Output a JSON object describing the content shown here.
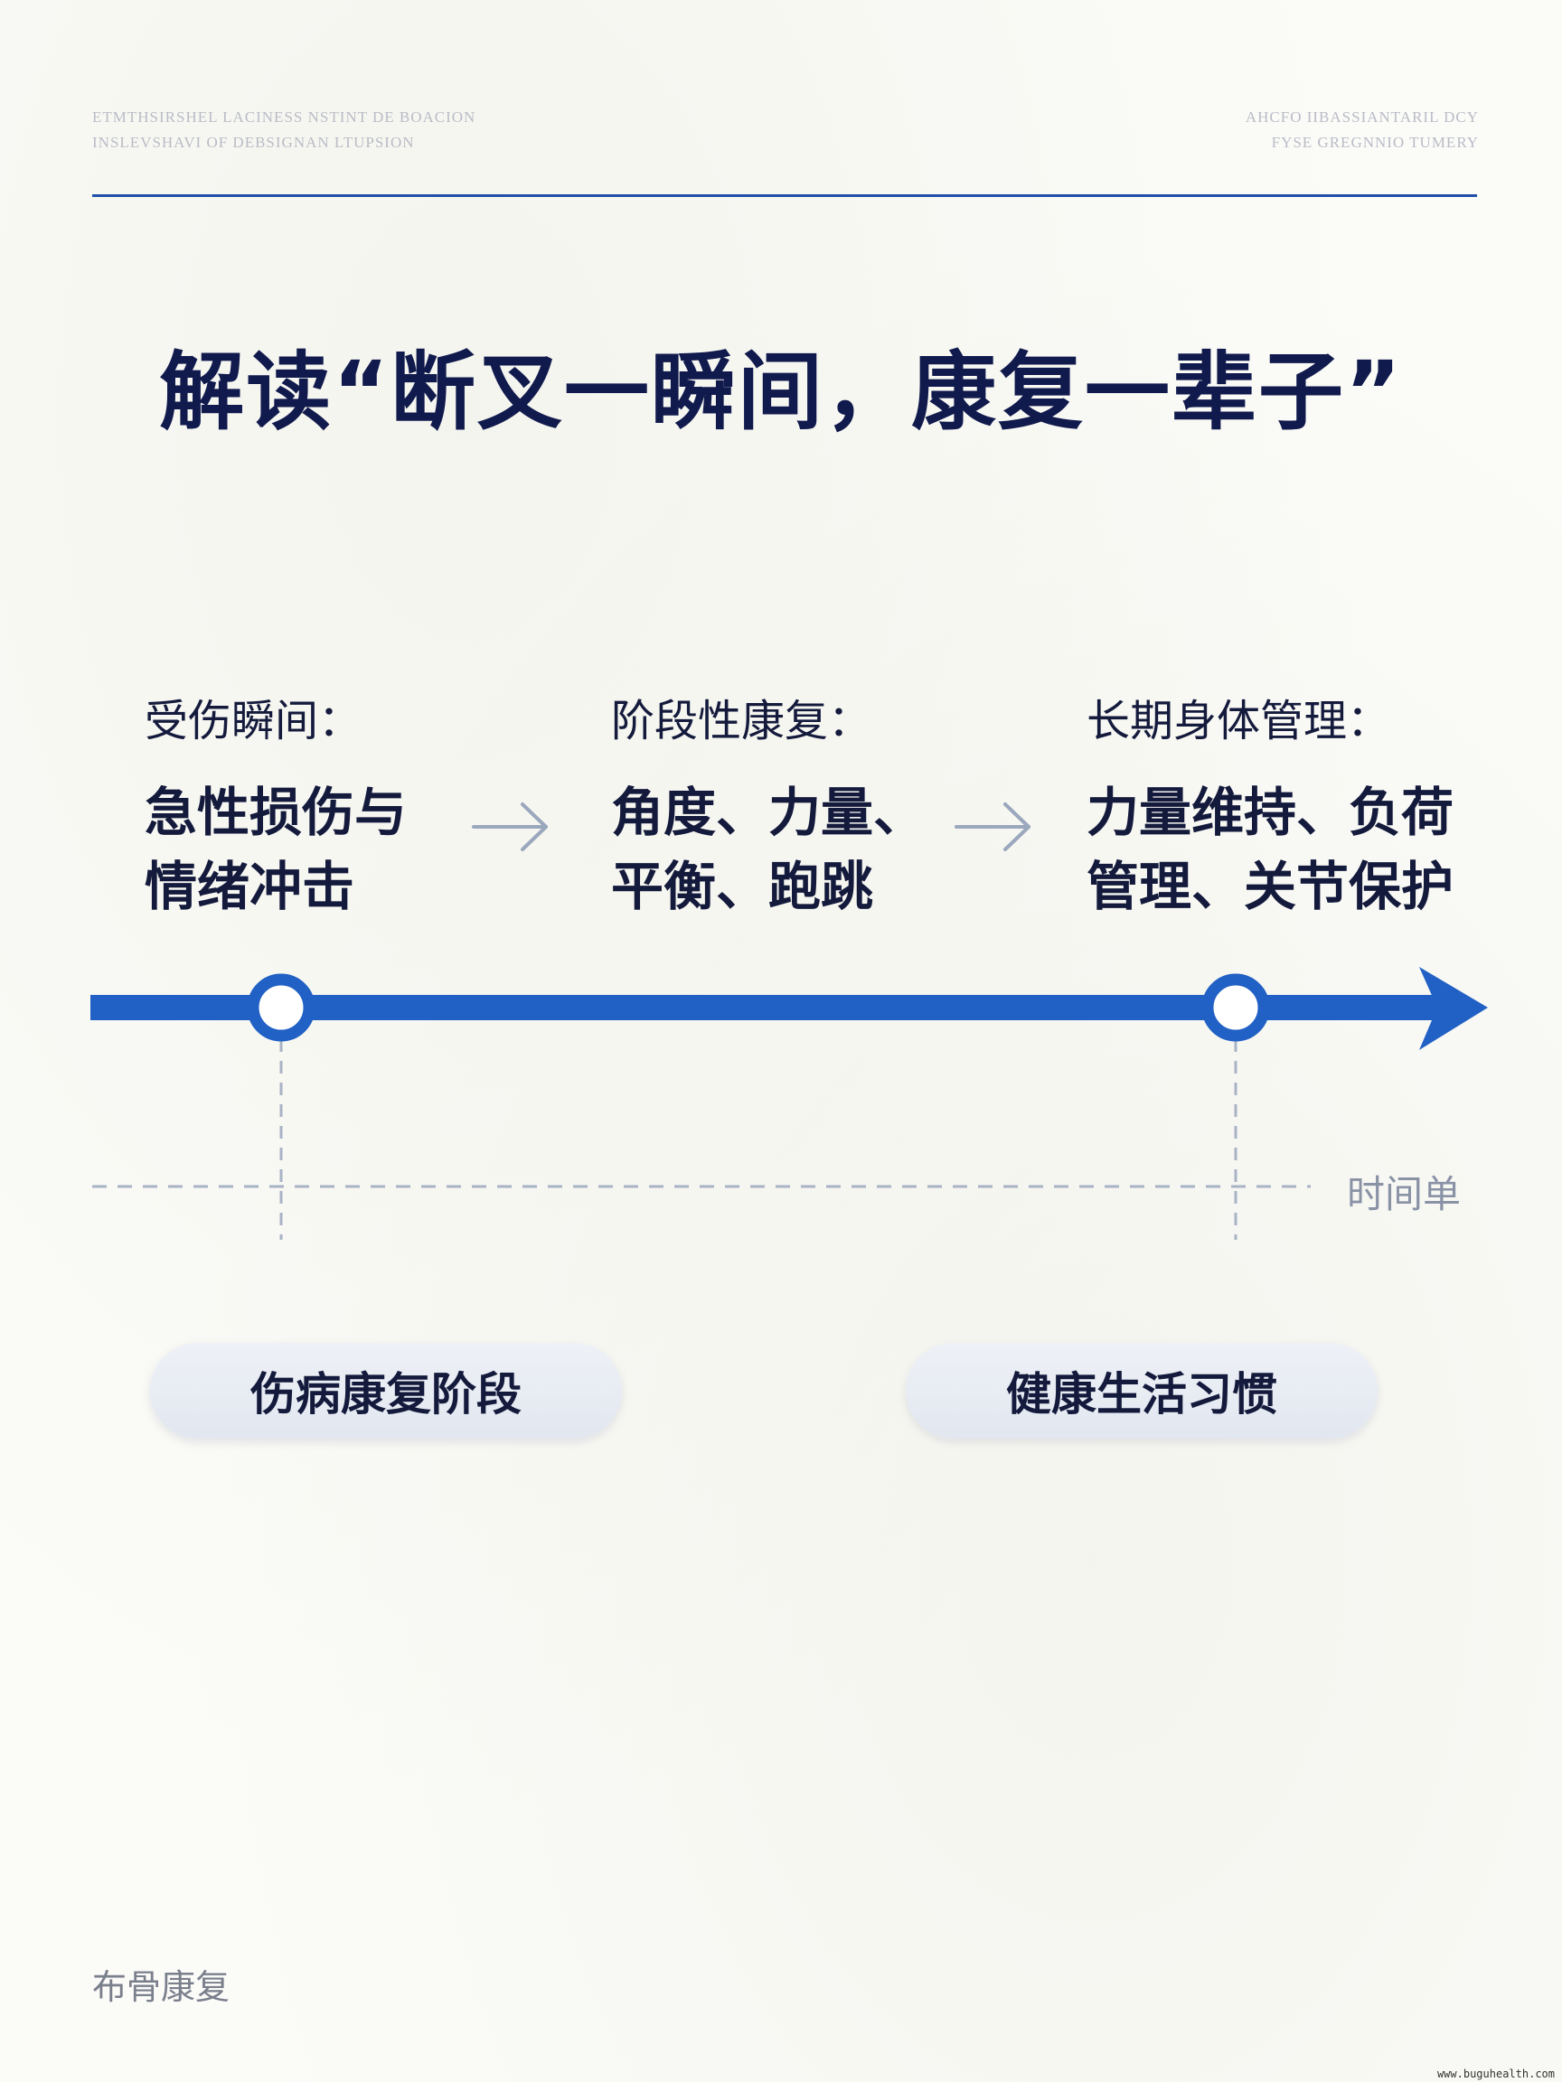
{
  "header": {
    "left_line1": "ETMTHSIRSHEL LACINESS NSTINT DE BOACION",
    "left_line2": "INSLEVSHAVI OF DEBSIGNAN LTUPSION",
    "right_line1": "AHCFO IIBASSIANTARIL DCY",
    "right_line2": "FYSE GREGNNIO TUMERY",
    "rule_color": "#1f4fa8"
  },
  "title": "解读“断叉一瞬间，康复一辈子”",
  "stages": [
    {
      "heading": "受伤瞬间：",
      "body_line1": "急性损伤与",
      "body_line2": "情绪冲击"
    },
    {
      "heading": "阶段性康复：",
      "body_line1": "角度、力量、",
      "body_line2": "平衡、跑跳"
    },
    {
      "heading": "长期身体管理：",
      "body_line1": "力量维持、负荷",
      "body_line2": "管理、关节保护"
    }
  ],
  "timeline": {
    "axis_label": "时间单",
    "line_color": "#2160c4",
    "guide_color": "#a9b3c6",
    "markers": 2
  },
  "phases": [
    {
      "label": "伤病康复阶段"
    },
    {
      "label": "健康生活习惯"
    }
  ],
  "brand": "布骨康复",
  "watermark": "www.buguhealth.com",
  "icons": [
    "right-arrow-icon",
    "right-arrow-icon",
    "arrowhead-icon",
    "circle-marker-icon"
  ]
}
